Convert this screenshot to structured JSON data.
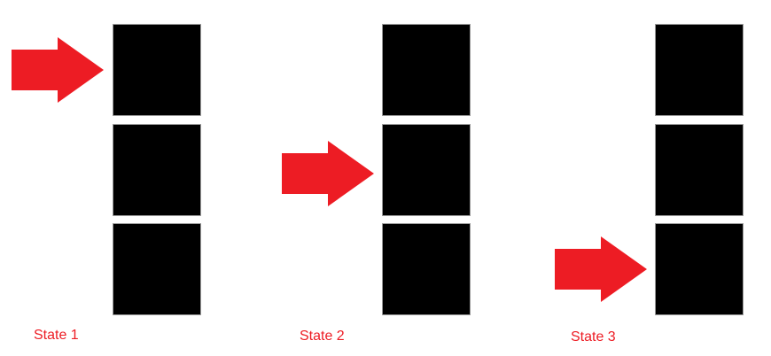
{
  "colors": {
    "arrow": "#ED1C24",
    "label": "#ED1C24",
    "box": "#000000"
  },
  "icons": {
    "pointer": "right-arrow-icon"
  },
  "states": [
    {
      "label": "State 1",
      "highlighted_box": 1,
      "box_count": 3
    },
    {
      "label": "State 2",
      "highlighted_box": 2,
      "box_count": 3
    },
    {
      "label": "State 3",
      "highlighted_box": 3,
      "box_count": 3
    }
  ]
}
